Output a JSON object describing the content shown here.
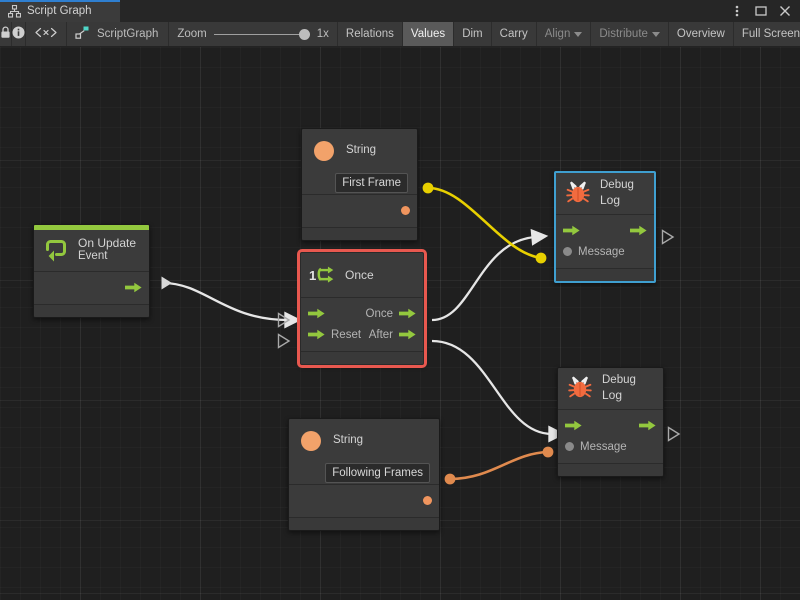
{
  "window": {
    "tab_title": "Script Graph",
    "tab_icon": "script-graph-icon",
    "controls": [
      {
        "name": "more-options-button",
        "glyph": "kebab"
      },
      {
        "name": "maximize-button",
        "glyph": "square"
      },
      {
        "name": "close-button",
        "glyph": "x"
      }
    ]
  },
  "toolbar": {
    "lock_icon": "lock-icon",
    "info_icon": "info-icon",
    "code_icon": "angle-brackets-icon",
    "graph_name": "ScriptGraph",
    "graph_icon": "graph-node-icon",
    "zoom_label": "Zoom",
    "zoom_value": "1x",
    "zoom_percent": 100,
    "buttons": [
      {
        "label": "Relations",
        "name": "toolbar-relations",
        "state": "normal"
      },
      {
        "label": "Values",
        "name": "toolbar-values",
        "state": "active"
      },
      {
        "label": "Dim",
        "name": "toolbar-dim",
        "state": "normal"
      },
      {
        "label": "Carry",
        "name": "toolbar-carry",
        "state": "normal"
      },
      {
        "label": "Align",
        "name": "toolbar-align",
        "state": "disabled",
        "caret": true
      },
      {
        "label": "Distribute",
        "name": "toolbar-distribute",
        "state": "disabled",
        "caret": true
      },
      {
        "label": "Overview",
        "name": "toolbar-overview",
        "state": "normal"
      },
      {
        "label": "Full Screen",
        "name": "toolbar-full-screen",
        "state": "normal"
      }
    ]
  },
  "colors": {
    "accent_green": "#93c83e",
    "selection_red": "#e8584f",
    "selection_blue": "#3f9fd0",
    "string_orange": "#f2a26a",
    "edge_yellow": "#e8d000",
    "edge_orange": "#e08a4e",
    "edge_flow": "#e6e6e6",
    "canvas_bg": "#1f1f1f",
    "node_bg": "#3b3b3b"
  },
  "nodes": {
    "on_update": {
      "title": "On Update",
      "subtitle": "Event",
      "icon": "update-loop-icon",
      "selected": false
    },
    "string_first_frame": {
      "title": "String",
      "value": "First Frame",
      "icon": "string-value-icon",
      "selected": false
    },
    "string_following_frames": {
      "title": "String",
      "value": "Following Frames",
      "icon": "string-value-icon",
      "selected": false
    },
    "once": {
      "title": "Once",
      "badge": "1",
      "icon": "once-arrows-icon",
      "selected": true,
      "selection_color": "#e8584f",
      "ports": {
        "in_flow": "",
        "in_reset": "Reset",
        "out_once": "Once",
        "out_after": "After"
      }
    },
    "debug_log_top": {
      "title": "Debug",
      "subtitle": "Log",
      "icon": "bug-icon",
      "selected": true,
      "selection_color": "#3f9fd0",
      "message_label": "Message"
    },
    "debug_log_bottom": {
      "title": "Debug",
      "subtitle": "Log",
      "icon": "bug-icon",
      "selected": false,
      "message_label": "Message"
    }
  },
  "connections": [
    {
      "name": "edge-onupdate-to-once",
      "type": "flow",
      "color": "#e6e6e6"
    },
    {
      "name": "edge-once-out-to-debug-top",
      "type": "flow",
      "color": "#e6e6e6"
    },
    {
      "name": "edge-after-out-to-debug-bot",
      "type": "flow",
      "color": "#e6e6e6"
    },
    {
      "name": "edge-string1-to-debug-top",
      "type": "value",
      "color": "#e8d000"
    },
    {
      "name": "edge-string2-to-debug-bot",
      "type": "value",
      "color": "#e08a4e"
    }
  ]
}
